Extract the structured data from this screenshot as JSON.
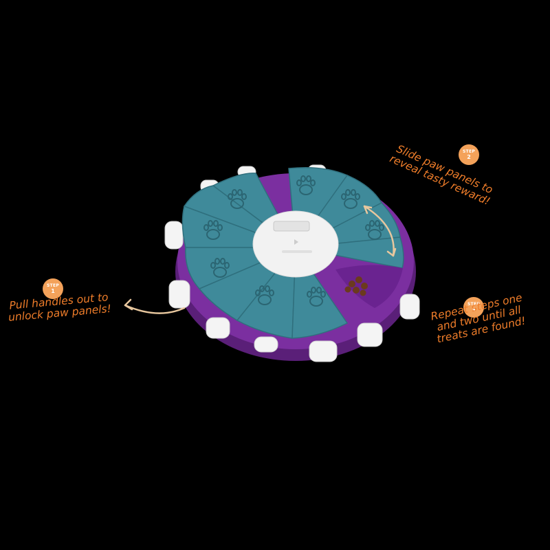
{
  "steps": [
    {
      "word": "STEP",
      "number": "1",
      "lines": [
        "Pull handles out to",
        "unlock paw panels!"
      ]
    },
    {
      "word": "STEP",
      "number": "2",
      "lines": [
        "Slide paw panels to",
        "reveal tasty reward!"
      ]
    },
    {
      "word": "STEP",
      "number": "3",
      "lines": [
        "Repeat steps one",
        "and two until all",
        "treats are found!"
      ]
    }
  ],
  "colors": {
    "background": "#000000",
    "rim": "#7b2fa0",
    "panel": "#3f8a9a",
    "hub": "#f2f2f2",
    "handle": "#f4f4f4",
    "accent_orange": "#ef7d2a",
    "badge": "#f4a25a",
    "treat": "#6b3a1e"
  },
  "icons": {
    "arrow_step1": "curved-arrow-left-icon",
    "arrow_step2": "double-arrow-curved-icon",
    "paw": "paw-print-icon"
  }
}
